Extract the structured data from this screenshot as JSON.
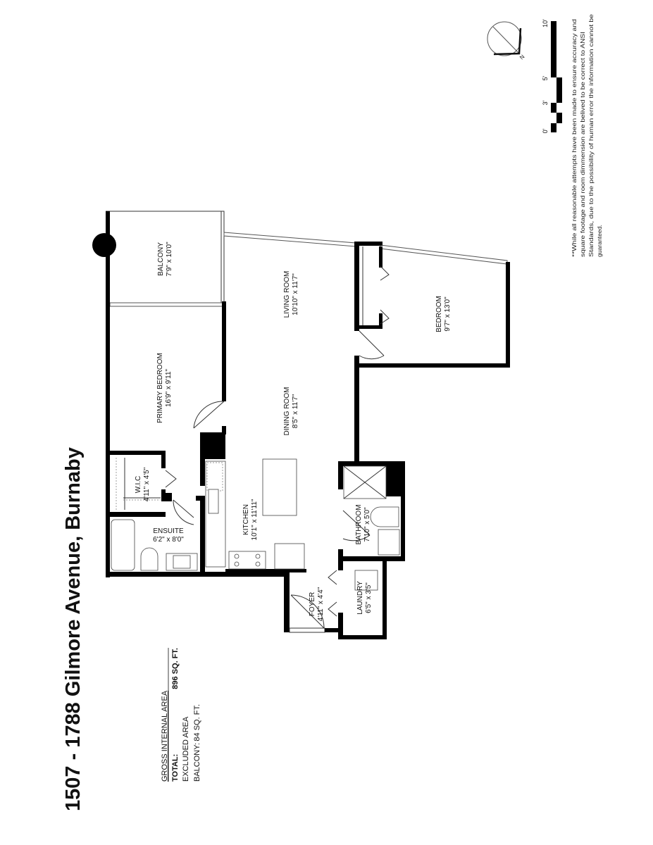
{
  "title": "1507 - 1788 Gilmore Avenue, Burnaby",
  "area": {
    "heading": "GROSS INTERNAL AREA",
    "total_label": "TOTAL:",
    "total_value": "896 SQ. FT.",
    "excluded_heading": "EXCLUDED AREA",
    "balcony_label": "BALCONY:",
    "balcony_value": "84 SQ. FT."
  },
  "rooms": {
    "balcony": {
      "name": "BALCONY",
      "size": "7'9\" x 10'0\""
    },
    "living": {
      "name": "LIVING ROOM",
      "size": "10'10\" x 11'7\""
    },
    "bedroom": {
      "name": "BEDROOM",
      "size": "9'7\" x 13'0\""
    },
    "primary": {
      "name": "PRIMARY BEDROOM",
      "size": "16'9\" x 9'11\""
    },
    "dining": {
      "name": "DINING ROOM",
      "size": "8'5\" x 11'7\""
    },
    "wic": {
      "name": "W.I.C",
      "size": "4'11\" x 4'5\""
    },
    "ensuite": {
      "name": "ENSUITE",
      "size": "6'2\" x 8'0\""
    },
    "kitchen": {
      "name": "KITCHEN",
      "size": "10'1\" x 11'11\""
    },
    "bathroom": {
      "name": "BATHROOM",
      "size": "7'10\" x 5'0\""
    },
    "foyer": {
      "name": "FOYER",
      "size": "4'11\" x 4'4\""
    },
    "laundry": {
      "name": "LAUNDRY",
      "size": "6'5\" x 3'5\""
    }
  },
  "scale": {
    "labels": [
      "0'",
      "3'",
      "5'",
      "10'"
    ]
  },
  "compass": {
    "north": "N"
  },
  "disclaimer": [
    "**While all reasonable attempts have been made to ensure accuracy and",
    "square footage and room dimmension are belived to be correct to ANSI",
    "Standards, due to the possibility of human error the information cannot be",
    "guaranteed."
  ]
}
